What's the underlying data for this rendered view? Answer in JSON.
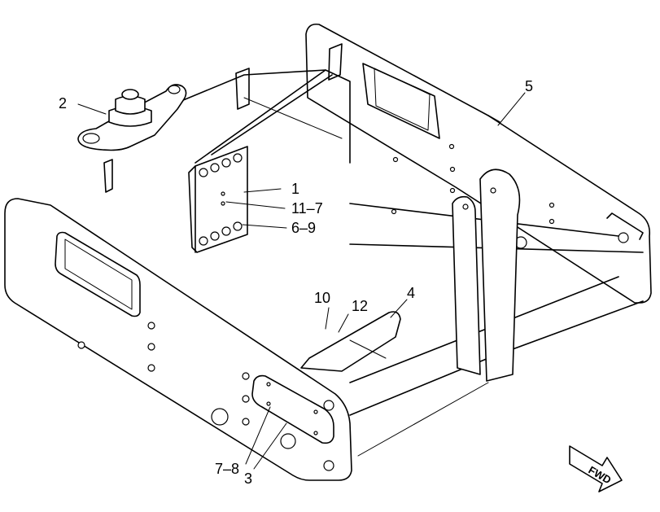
{
  "diagram": {
    "labels": {
      "l1": "1",
      "l2": "2",
      "l3": "3",
      "l4": "4",
      "l5": "5",
      "l6_9": "6–9",
      "l7_8": "7–8",
      "l10": "10",
      "l11_7": "11–7",
      "l12": "12"
    },
    "fwd_arrow": "FWD"
  }
}
